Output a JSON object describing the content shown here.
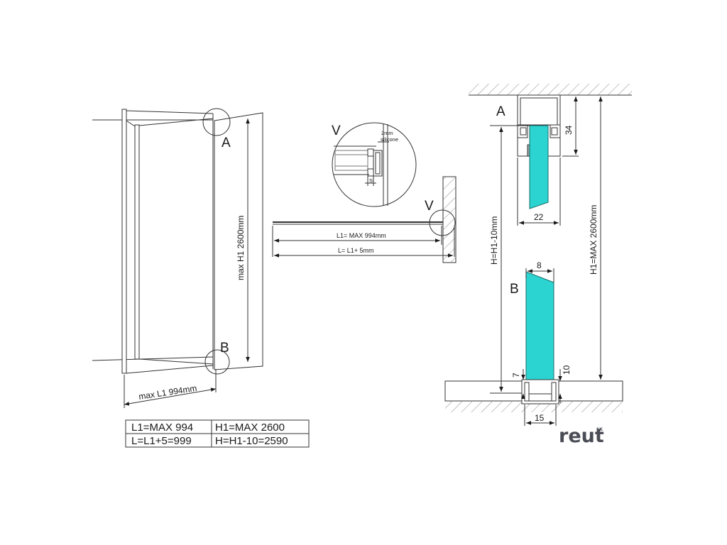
{
  "left_view": {
    "marker_a": "A",
    "marker_b": "B",
    "height_dim": "max H1 2600mm",
    "width_dim": "max L1 994mm"
  },
  "plan_view": {
    "detail_marker": "V",
    "detail_marker_small": "V",
    "silicone_note_1": "2mm",
    "silicone_note_2": "silicone",
    "gap_label": "S",
    "dim_l1": "L1= MAX 994mm",
    "dim_l": "L= L1+ 5mm"
  },
  "section_view": {
    "marker_a": "A",
    "marker_b": "B",
    "dim_34": "34",
    "dim_22": "22",
    "dim_8": "8",
    "dim_7": "7",
    "dim_10": "10",
    "dim_15": "15",
    "dim_h": "H=H1-10mm",
    "dim_h1": "H1=MAX 2600mm",
    "glass_color": "#2bd4d0"
  },
  "table": {
    "rows": [
      [
        "L1=MAX 994",
        "H1=MAX 2600"
      ],
      [
        "L=L1+5=999",
        "H=H1-10=2590"
      ]
    ]
  },
  "brand": {
    "name": "reut",
    "sup": "SK"
  }
}
